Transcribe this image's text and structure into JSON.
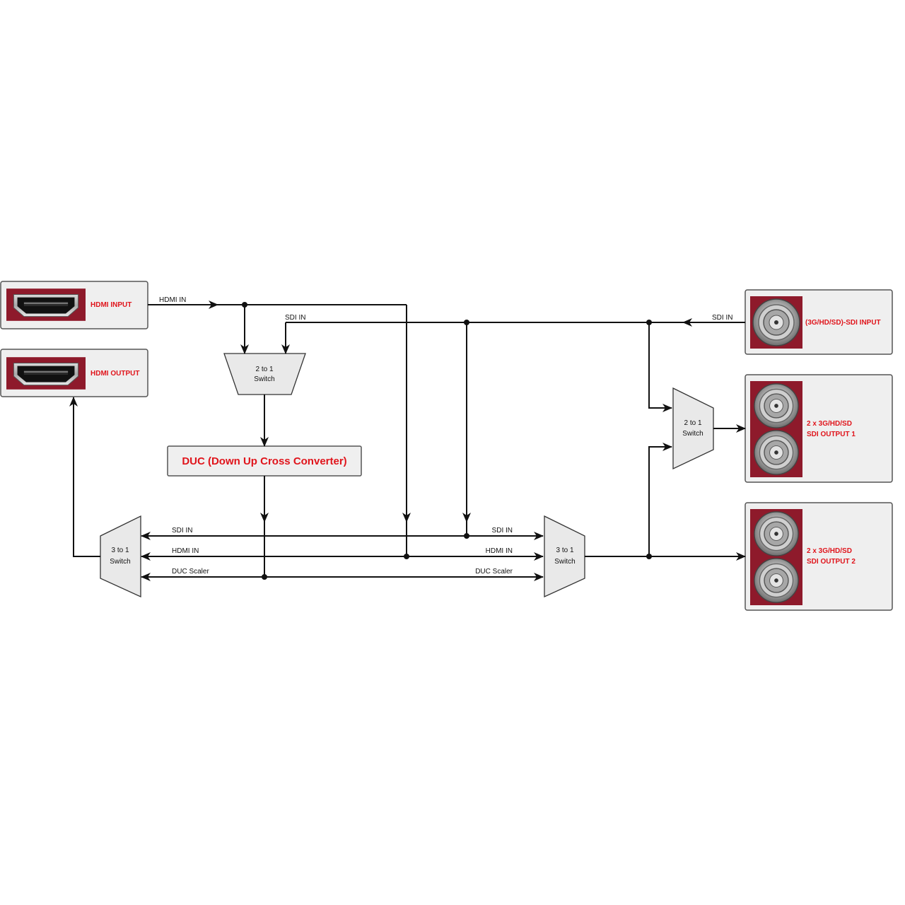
{
  "blocks": {
    "hdmi_input": "HDMI INPUT",
    "hdmi_output": "HDMI OUTPUT",
    "sdi_input": "(3G/HD/SD)-SDI INPUT",
    "sdi_output_1": [
      "2 x 3G/HD/SD",
      "SDI OUTPUT 1"
    ],
    "sdi_output_2": [
      "2 x 3G/HD/SD",
      "SDI OUTPUT 2"
    ],
    "duc": "DUC (Down Up Cross Converter)"
  },
  "switches": {
    "top_2to1": [
      "2 to 1",
      "Switch"
    ],
    "right_2to1": [
      "2 to 1",
      "Switch"
    ],
    "left_3to1": [
      "3 to 1",
      "Switch"
    ],
    "mid_3to1": [
      "3 to 1",
      "Switch"
    ]
  },
  "signals": {
    "hdmi_in_top": "HDMI IN",
    "sdi_in_top": "SDI IN",
    "sdi_in_right": "SDI IN",
    "bus_sdi_left": "SDI IN",
    "bus_hdmi_left": "HDMI IN",
    "bus_duc_left": "DUC Scaler",
    "bus_sdi_right": "SDI IN",
    "bus_hdmi_right": "HDMI IN",
    "bus_duc_right": "DUC Scaler"
  },
  "colors": {
    "accent_red": "#e0141b",
    "connector_panel": "#8e1a2b",
    "line": "#111111"
  },
  "icons": [
    "hdmi-port-icon",
    "bnc-connector-icon"
  ]
}
